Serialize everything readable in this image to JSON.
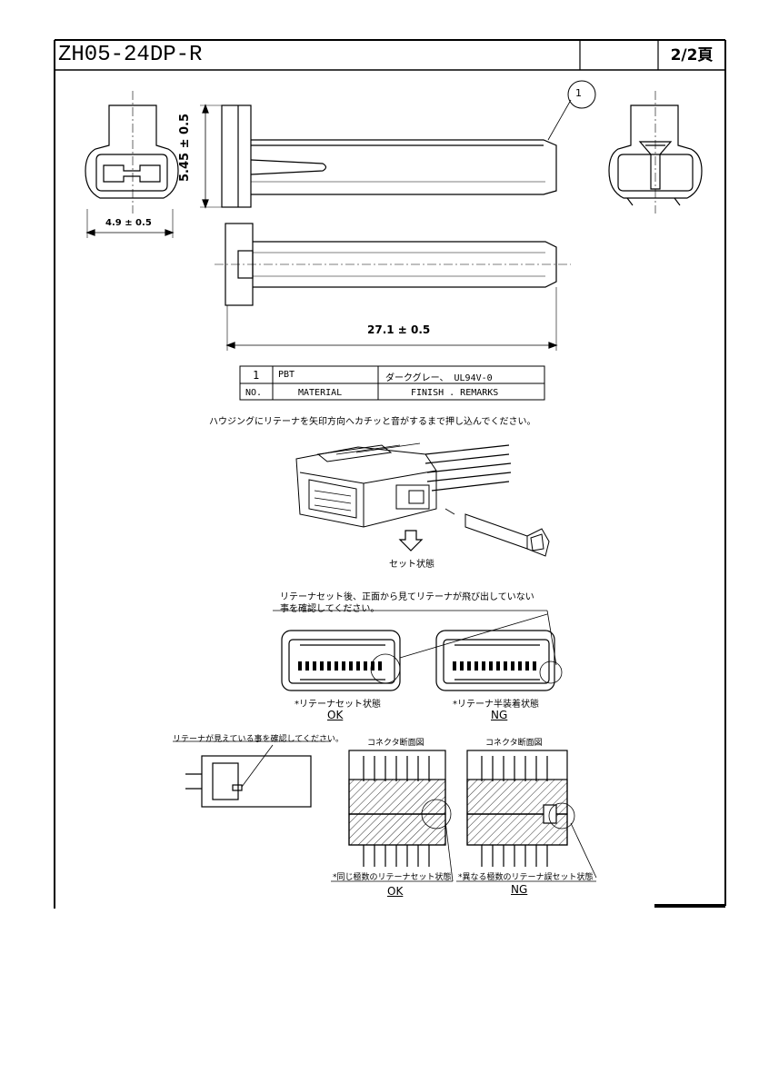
{
  "header": {
    "part_number": "ZH05-24DP-R",
    "page": "2/2頁"
  },
  "dimensions": {
    "width": "4.9 ± 0.5",
    "height": "5.45 ± 0.5",
    "length": "27.1 ± 0.5",
    "balloon": "1"
  },
  "material_table": {
    "row": {
      "no": "1",
      "material": "PBT",
      "finish": "ダークグレー、 UL94V-0"
    },
    "header": {
      "no": "NO.",
      "material": "MATERIAL",
      "finish": "FINISH . REMARKS"
    }
  },
  "instructions": {
    "insert": "ハウジングにリテーナを矢印方向へカチッと音がするまで押し込んでください。",
    "set_state": "セット状態",
    "check_front_1": "リテーナセット後、正面から見てリテーナが飛び出していない",
    "check_front_2": "事を確認してください。",
    "check_side": "リテーナが見えている事を確認してください。"
  },
  "front_views": {
    "ok_caption": "*リテーナセット状態",
    "ok_label": "OK",
    "ng_caption": "*リテーナ半装着状態",
    "ng_label": "NG"
  },
  "section_views": {
    "title_left": "コネクタ断面図",
    "title_right": "コネクタ断面図",
    "ok_caption": "*同じ極数のリテーナセット状態",
    "ok_label": "OK",
    "ng_caption": "*異なる極数のリテーナ誤セット状態",
    "ng_label": "NG"
  }
}
